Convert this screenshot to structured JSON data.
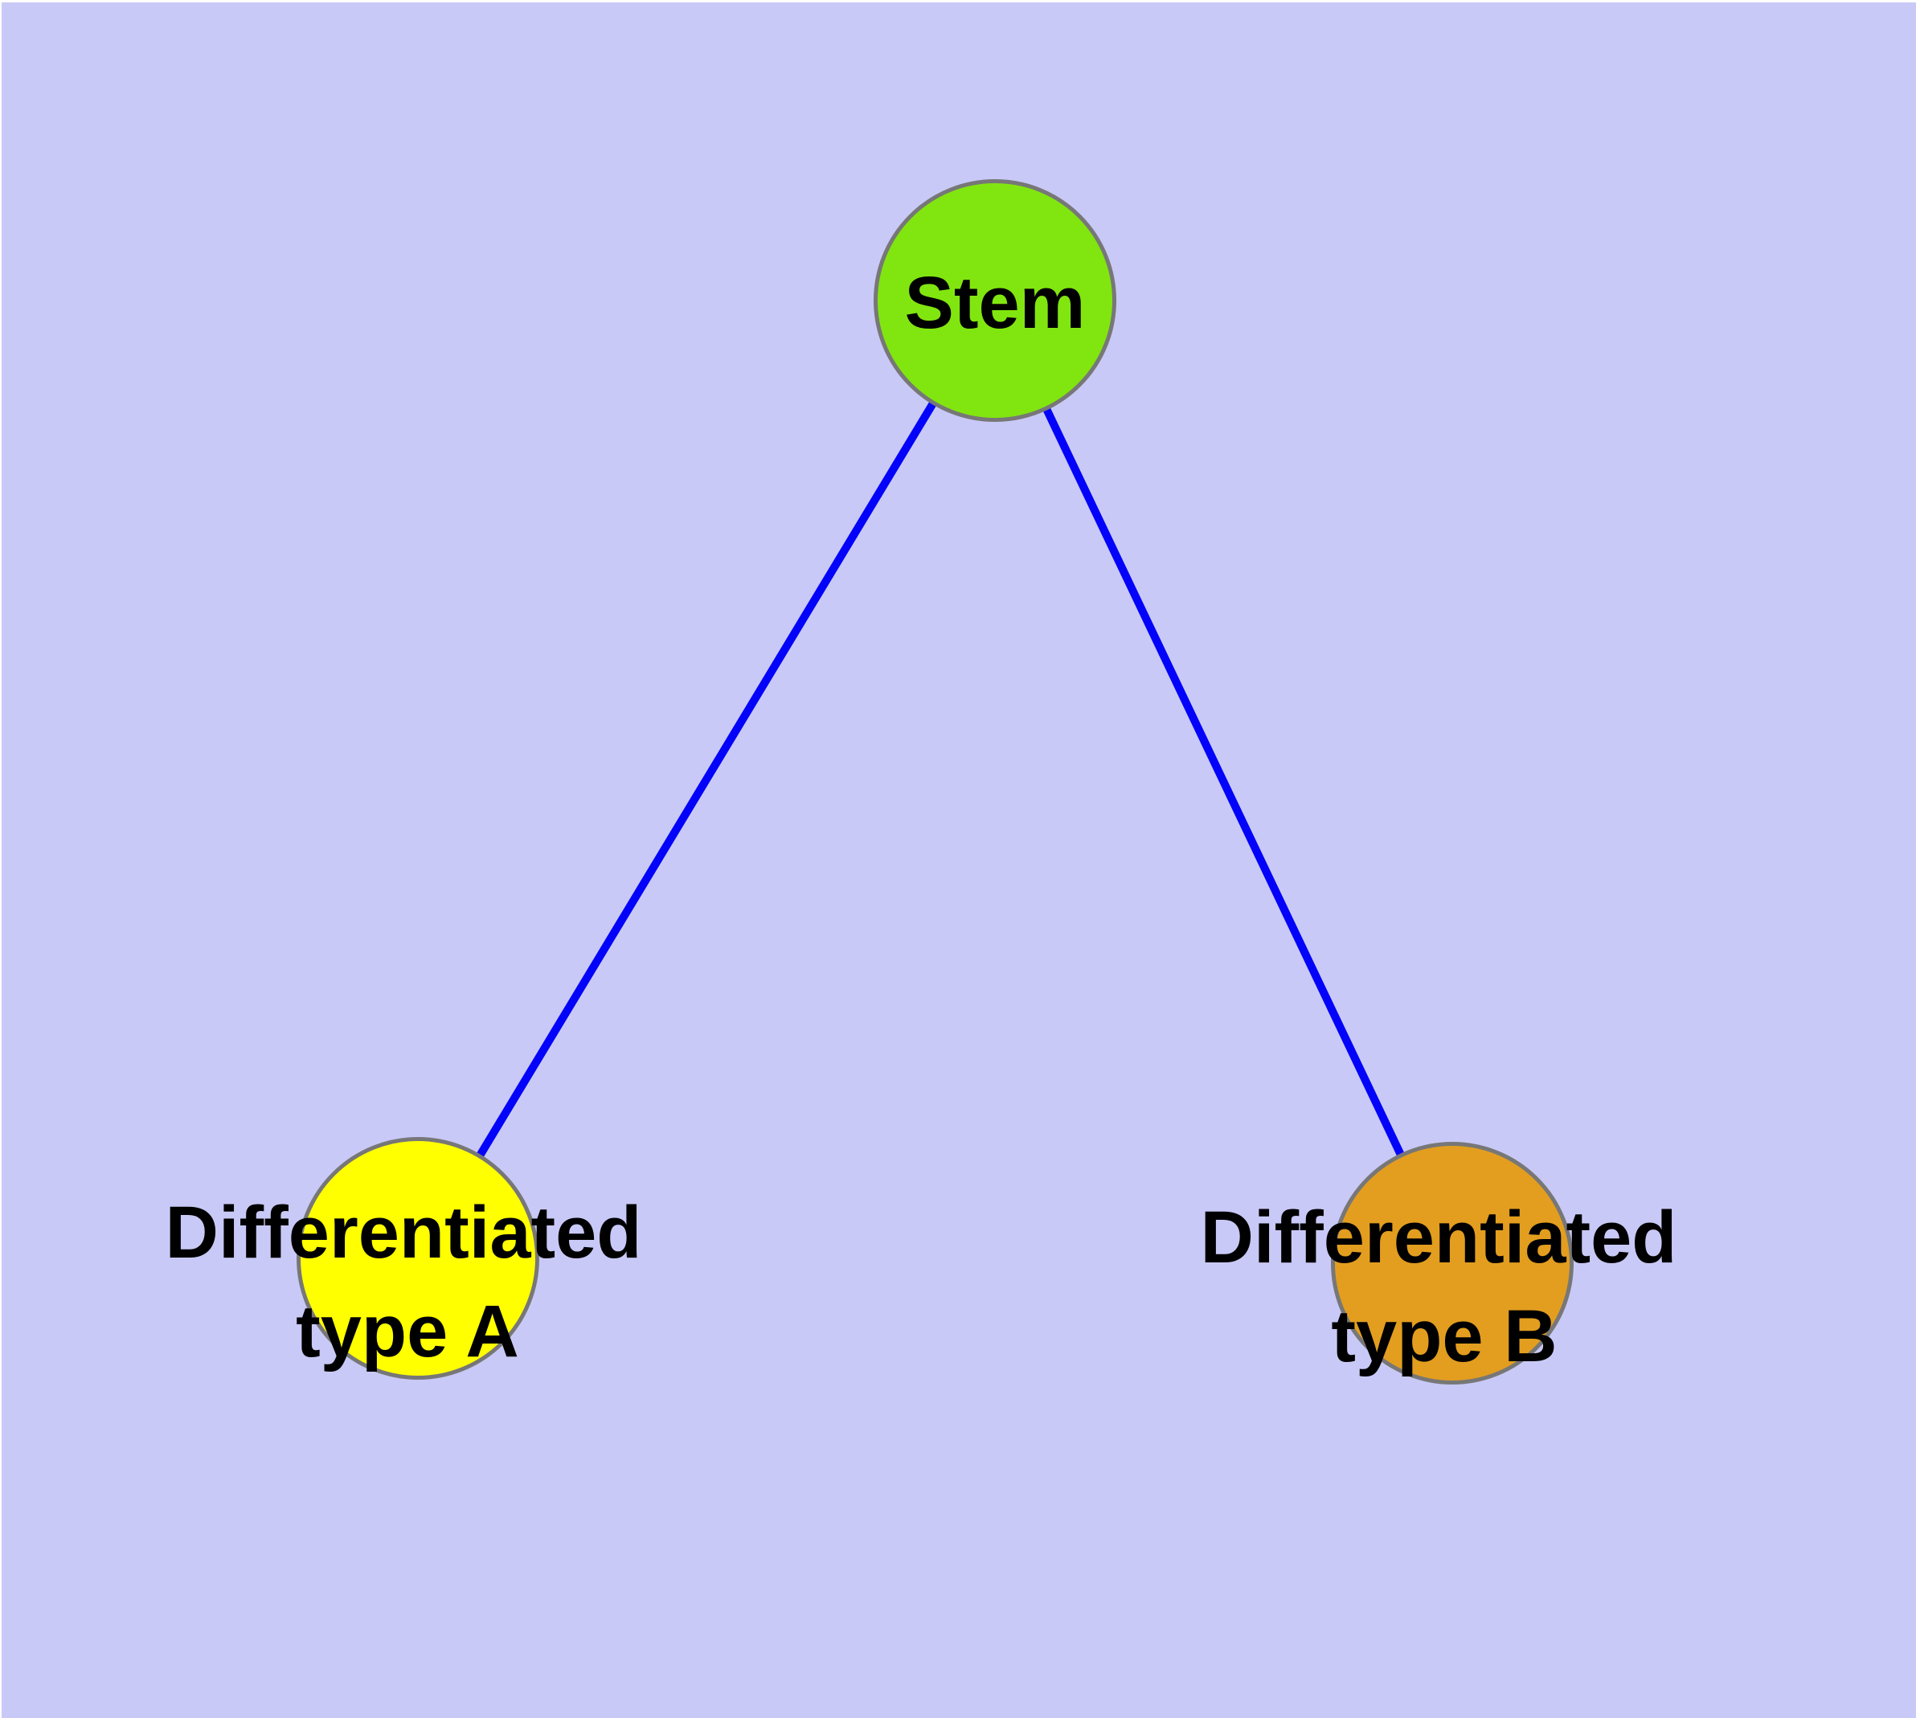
{
  "diagram": {
    "description": "Cell differentiation graph: a stem node connected to two differentiated cell type nodes",
    "background_color": "#c9c9f7",
    "edge_color": "#0303fa",
    "node_border_color": "#777777",
    "label_color": "#000000",
    "nodes": [
      {
        "id": "stem",
        "lines": [
          "Stem",
          ""
        ],
        "fill_color": "#81e60f"
      },
      {
        "id": "differentiated-type-a",
        "lines": [
          "Differentiated",
          "type A"
        ],
        "fill_color": "#ffff00"
      },
      {
        "id": "differentiated-type-b",
        "lines": [
          "Differentiated",
          "type B"
        ],
        "fill_color": "#e39e1f"
      }
    ],
    "edges": [
      {
        "from": "stem",
        "to": "differentiated-type-a"
      },
      {
        "from": "stem",
        "to": "differentiated-type-b"
      }
    ]
  }
}
